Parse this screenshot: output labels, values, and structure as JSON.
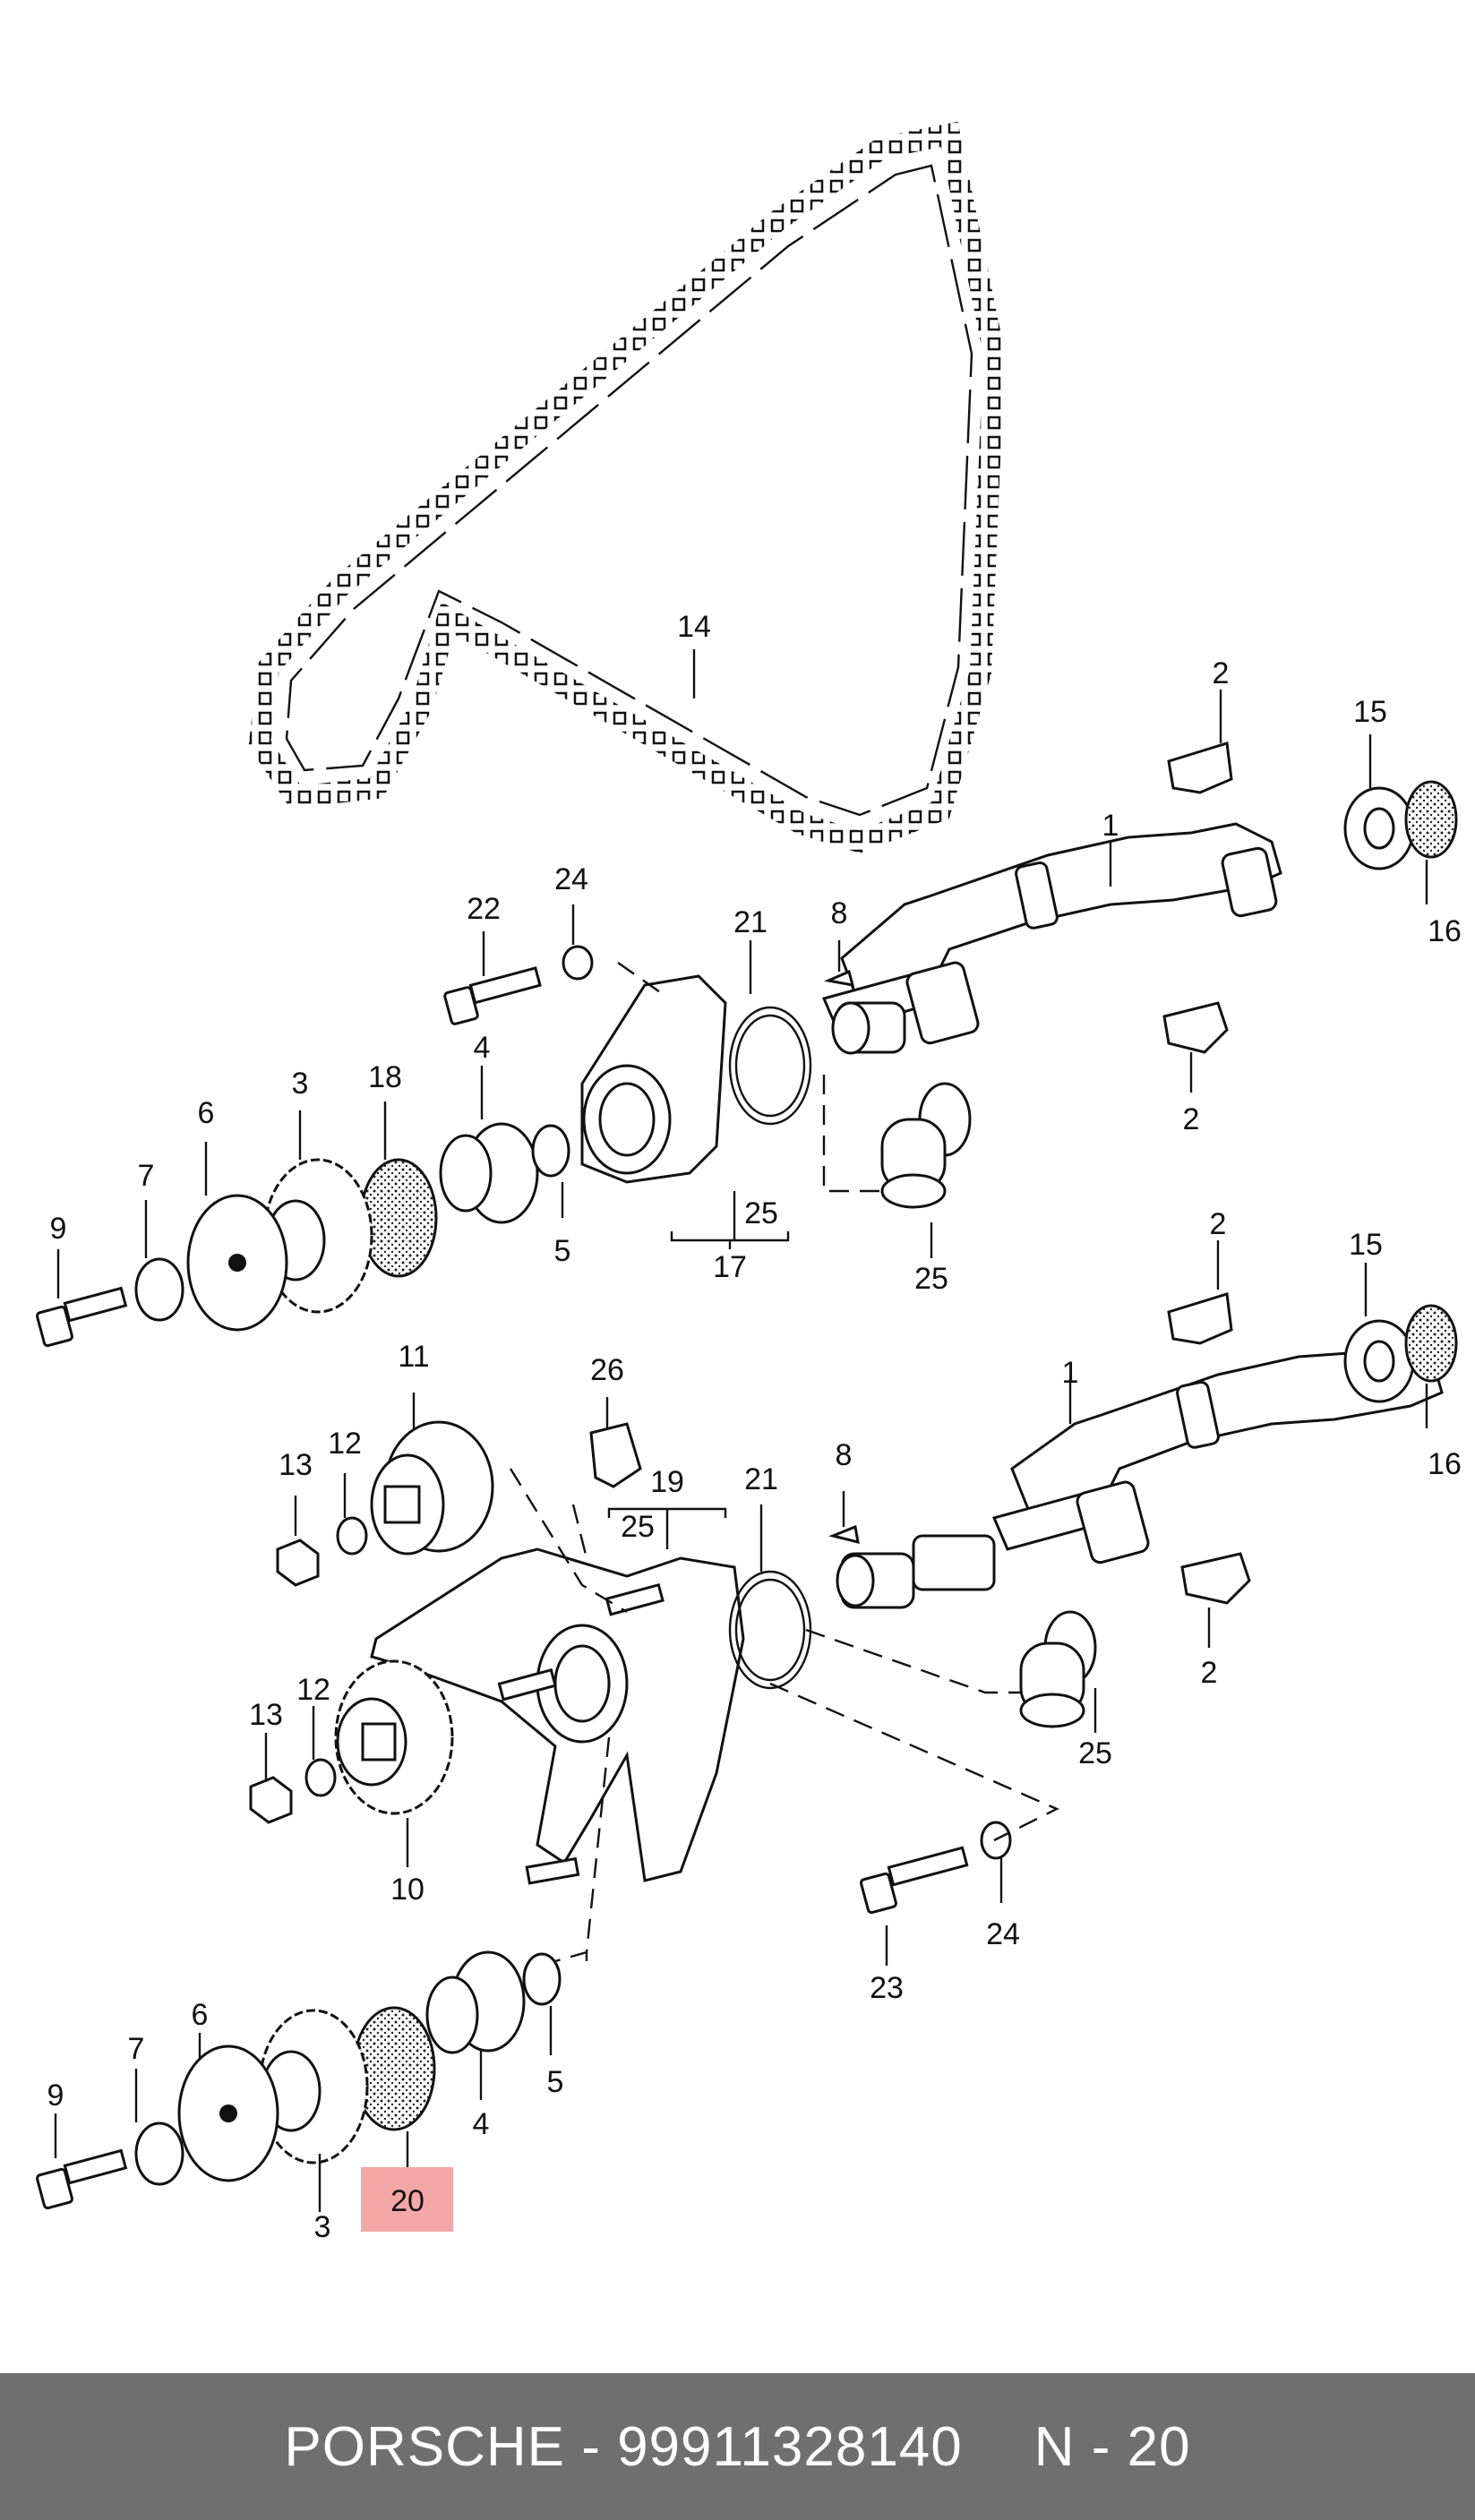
{
  "callouts": {
    "c14": "14",
    "c2a": "2",
    "c15a": "15",
    "c1a": "1",
    "c16a": "16",
    "c2b": "2",
    "c24a": "24",
    "c22": "22",
    "c21a": "21",
    "c8a": "8",
    "c3a": "3",
    "c18": "18",
    "c4a": "4",
    "c6a": "6",
    "c7a": "7",
    "c9a": "9",
    "c5a": "5",
    "c25a": "25",
    "c17": "17",
    "c25b": "25",
    "c2c": "2",
    "c15b": "15",
    "c1b": "1",
    "c16b": "16",
    "c2d": "2",
    "c11": "11",
    "c26": "26",
    "c13a": "13",
    "c12a": "12",
    "c19": "19",
    "c25c": "25",
    "c21b": "21",
    "c8b": "8",
    "c25d": "25",
    "c13b": "13",
    "c12b": "12",
    "c10": "10",
    "c23": "23",
    "c24b": "24",
    "c6b": "6",
    "c7b": "7",
    "c9b": "9",
    "c5b": "5",
    "c4b": "4",
    "c3b": "3"
  },
  "highlight": {
    "label": "20",
    "color": "#f4a7a7"
  },
  "footer": {
    "brand": "PORSCHE",
    "separator": " - ",
    "part_number": "99911328140",
    "ref": "N - 20"
  },
  "colors": {
    "footer_bg": "#6f6f6f",
    "line": "#111111"
  }
}
